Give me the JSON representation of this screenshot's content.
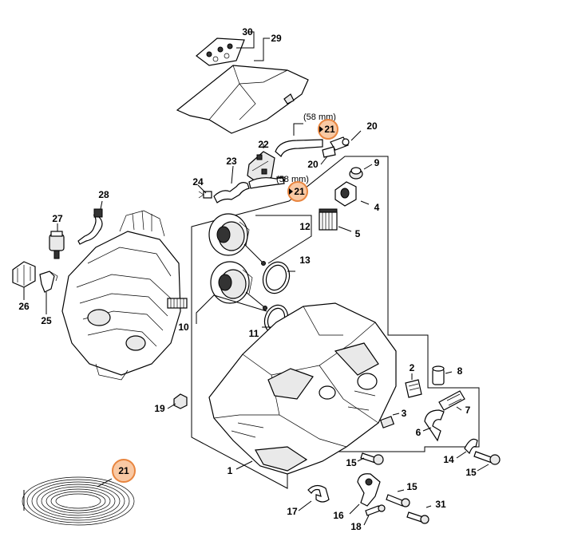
{
  "callouts": {
    "c1": "1",
    "c2": "2",
    "c3": "3",
    "c4": "4",
    "c5": "5",
    "c6": "6",
    "c7": "7",
    "c8": "8",
    "c9": "9",
    "c10": "10",
    "c11": "11",
    "c12": "12",
    "c13": "13",
    "c14": "14",
    "c15a": "15",
    "c15b": "15",
    "c15c": "15",
    "c16": "16",
    "c17": "17",
    "c18": "18",
    "c19": "19",
    "c20a": "20",
    "c20b": "20",
    "c22": "22",
    "c23": "23",
    "c24": "24",
    "c25": "25",
    "c26": "26",
    "c27": "27",
    "c28": "28",
    "c29": "29",
    "c30": "30",
    "c31": "31"
  },
  "dimensions": {
    "d1": "(58 mm)",
    "d2": "(58 mm)"
  },
  "highlight_refs": {
    "h1": "21",
    "h2": "21",
    "h3": "21"
  },
  "colors": {
    "highlight_fill": "#f9c9a4",
    "highlight_stroke": "#e8853f"
  }
}
